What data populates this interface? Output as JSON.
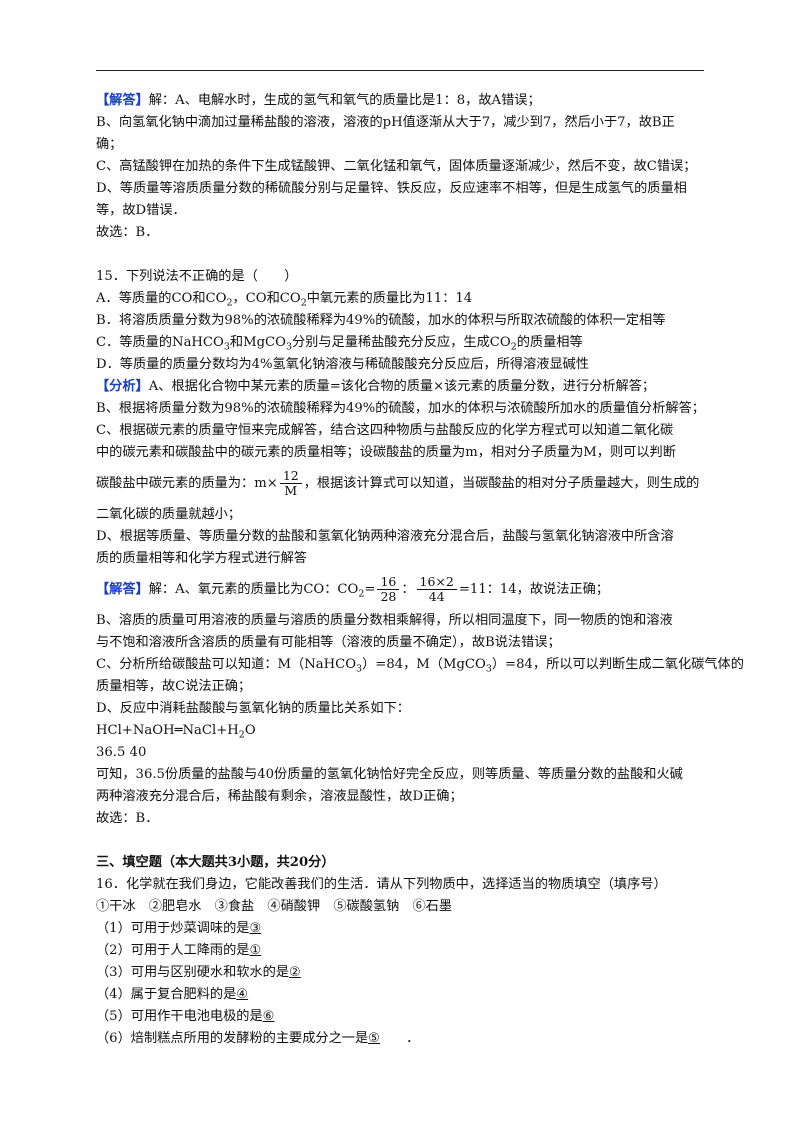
{
  "answer_prev": {
    "tag": "【解答】",
    "lines": [
      "解：A、电解水时，生成的氢气和氧气的质量比是1：8，故A错误；",
      "B、向氢氧化钠中滴加过量稀盐酸的溶液，溶液的pH值逐渐从大于7，减少到7，然后小于7，故B正",
      "确；",
      "C、高锰酸钾在加热的条件下生成锰酸钾、二氧化锰和氧气，固体质量逐渐减少，然后不变，故C错误；",
      "D、等质量等溶质质量分数的稀硫酸分别与足量锌、铁反应，反应速率不相等，但是生成氢气的质量相",
      "等，故D错误．",
      "故选：B．"
    ]
  },
  "q15": {
    "stem": "15．下列说法不正确的是（　　）",
    "optA_pre": "A．等质量的CO和CO",
    "optA_mid": "，CO和CO",
    "optA_post": "中氧元素的质量比为11：14",
    "optB": "B．将溶质质量分数为98%的浓硫酸稀释为49%的硫酸，加水的体积与所取浓硫酸的体积一定相等",
    "optC_pre": "C．等质量的NaHCO",
    "optC_mid": "和MgCO",
    "optC_mid2": "分别与足量稀盐酸充分反应，生成CO",
    "optC_post": "的质量相等",
    "optD": "D．等质量的质量分数均为4%氢氧化钠溶液与稀硫酸酸充分反应后，所得溶液显碱性",
    "sub2": "2",
    "sub3": "3"
  },
  "analysis": {
    "tag": "【分析】",
    "A": "A、根据化合物中某元素的质量=该化合物的质量×该元素的质量分数，进行分析解答；",
    "B": "B、根据将质量分数为98%的浓硫酸稀释为49%的硫酸，加水的体积与浓硫酸所加水的质量值分析解答；",
    "C1": "C、根据碳元素的质量守恒来完成解答，结合这四种物质与盐酸反应的化学方程式可以知道二氧化碳",
    "C2": "中的碳元素和碳酸盐中的碳元素的质量相等；设碳酸盐的质量为m，相对分子质量为M，则可以判断",
    "C3_pre": "碳酸盐中碳元素的质量为：m×",
    "frac_num": "12",
    "frac_den": "M",
    "C3_post": "，根据该计算式可以知道，当碳酸盐的相对分子质量越大，则生成的",
    "C4": "二氧化碳的质量就越小；",
    "D1": "D、根据等质量、等质量分数的盐酸和氢氧化钠两种溶液充分混合后，盐酸与氢氧化钠溶液中所含溶",
    "D2": "质的质量相等和化学方程式进行解答"
  },
  "answer15": {
    "tag": "【解答】",
    "A_pre": "解：A、氧元素的质量比为CO：CO",
    "A_eq": "=",
    "f1_num": "16",
    "f1_den": "28",
    "colon": "：",
    "f2_num": "16×2",
    "f2_den": "44",
    "A_post": "=11：14，故说法正确；",
    "B1": "B、溶质的质量可用溶液的质量与溶质的质量分数相乘解得，所以相同温度下，同一物质的饱和溶液",
    "B2": "与不饱和溶液所含溶质的质量有可能相等（溶液的质量不确定），故B说法错误；",
    "C1_pre": "C、分析所给碳酸盐可以知道：M（NaHCO",
    "C1_mid": "）=84，M（MgCO",
    "C1_post": "）=84，所以可以判断生成二氧化碳气体的",
    "C2": "质量相等，故C说法正确；",
    "D1": "D、反应中消耗盐酸酸与氢氧化钠的质量比关系如下：",
    "eq_pre": "HCl+NaOH═NaCl+H",
    "eq_sub": "2",
    "eq_post": "O",
    "ratio": "36.5 40",
    "D2": "可知，36.5份质量的盐酸与40份质量的氢氧化钠恰好完全反应，则等质量、等质量分数的盐酸和火碱",
    "D3": "两种溶液充分混合后，稀盐酸有剩余，溶液显酸性，故D正确；",
    "choice": "故选：B．"
  },
  "section3": {
    "title": "三、填空题（本大题共3小题，共20分）",
    "q16": "16．化学就在我们身边，它能改善我们的生活．请从下列物质中，选择适当的物质填空（填序号）",
    "options": "①干冰　②肥皂水　③食盐　④硝酸钾　⑤碳酸氢钠　⑥石墨",
    "items": [
      {
        "q": "（1）可用于炒菜调味的是",
        "a": "③",
        "end": ""
      },
      {
        "q": "（2）可用于人工降雨的是",
        "a": "①",
        "end": ""
      },
      {
        "q": "（3）可用与区别硬水和软水的是",
        "a": "②",
        "end": ""
      },
      {
        "q": "（4）属于复合肥料的是",
        "a": "④",
        "end": ""
      },
      {
        "q": "（5）可用作干电池电极的是",
        "a": "⑥",
        "end": ""
      },
      {
        "q": "（6）焙制糕点所用的发酵粉的主要成分之一是",
        "a": "⑤",
        "end": "．"
      }
    ]
  }
}
